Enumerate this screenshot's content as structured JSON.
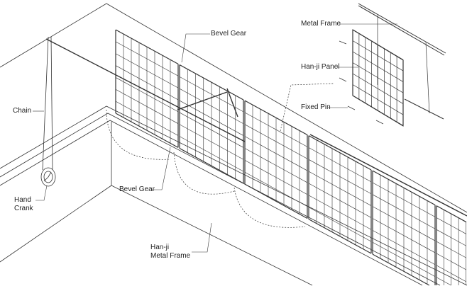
{
  "labels": {
    "bevel_gear_top": "Bevel Gear",
    "metal_frame": "Metal Frame",
    "hanji_panel": "Han-ji Panel",
    "fixed_pin": "Fixed Pin",
    "chain": "Chain",
    "hand_crank_line1": "Hand",
    "hand_crank_line2": "Crank",
    "bevel_gear_bottom": "Bevel Gear",
    "hanji_frame_line1": "Han-ji",
    "hanji_frame_line2": "Metal Frame"
  },
  "colors": {
    "line": "#333333",
    "background": "#ffffff"
  }
}
